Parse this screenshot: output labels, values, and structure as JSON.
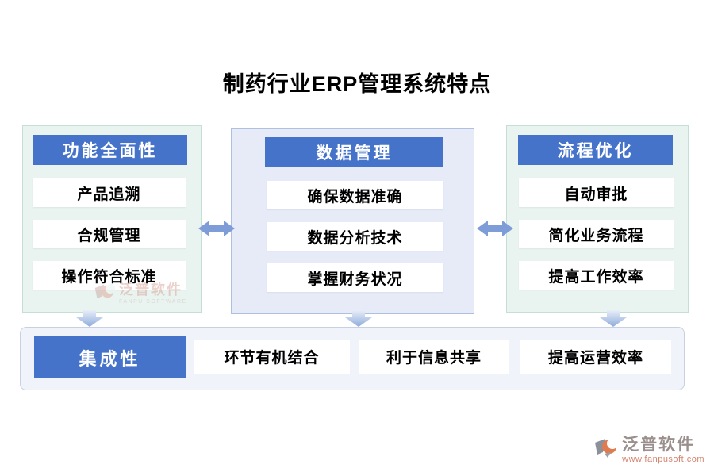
{
  "title": "制药行业ERP管理系统特点",
  "columns": [
    {
      "header": "功能全面性",
      "items": [
        "产品追溯",
        "合规管理",
        "操作符合标准"
      ]
    },
    {
      "header": "数据管理",
      "items": [
        "确保数据准确",
        "数据分析技术",
        "掌握财务状况"
      ]
    },
    {
      "header": "流程优化",
      "items": [
        "自动审批",
        "简化业务流程",
        "提高工作效率"
      ]
    }
  ],
  "bottom": {
    "header": "集成性",
    "items": [
      "环节有机结合",
      "利于信息共享",
      "提高运营效率"
    ]
  },
  "watermark": {
    "name": "泛普软件",
    "subtext": "FANPU SOFTWARE"
  },
  "footer_logo": {
    "name": "泛普软件",
    "url": "www.fanpusoft.com"
  },
  "colors": {
    "header_blue": "#4573C9",
    "arrow_blue": "#7E9CD8",
    "down_arrow_gradient": [
      "#E8EEF8",
      "#8FACDD"
    ],
    "mint_panel_bg": "#E9F4F0",
    "mint_panel_border": "#C5DFD7",
    "lavender_panel_bg": "#E6EBF7",
    "lavender_panel_border": "#AEC0DF",
    "bottom_panel_bg": "#F1F3FA",
    "bottom_panel_border": "#C8D0E3",
    "logo_orange": "#E07B4F",
    "logo_grey": "#8C9099",
    "url_salmon": "#D4846F"
  }
}
